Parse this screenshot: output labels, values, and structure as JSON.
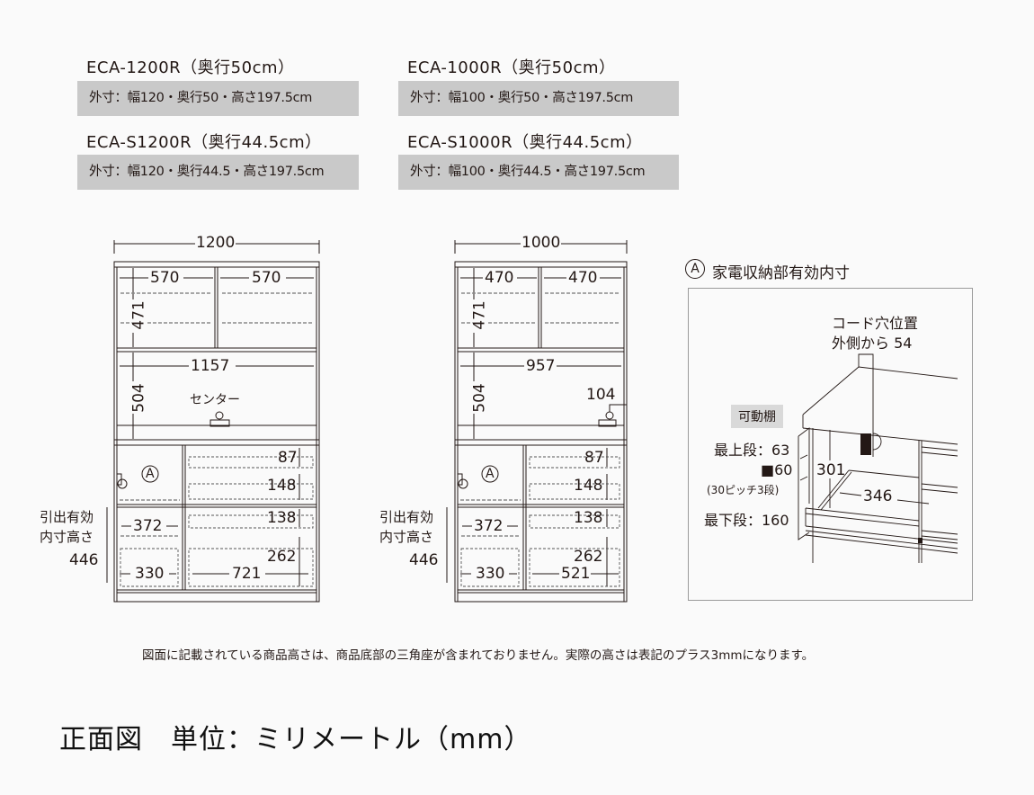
{
  "models": [
    {
      "title": "ECA-1200R（奥行50cm）",
      "spec": "外寸：幅120・奥行50・高さ197.5cm"
    },
    {
      "title": "ECA-S1200R（奥行44.5cm）",
      "spec": "外寸：幅120・奥行44.5・高さ197.5cm"
    },
    {
      "title": "ECA-1000R（奥行50cm）",
      "spec": "外寸：幅100・奥行50・高さ197.5cm"
    },
    {
      "title": "ECA-S1000R（奥行44.5cm）",
      "spec": "外寸：幅100・奥行44.5・高さ197.5cm"
    }
  ],
  "cabinet_1200": {
    "overall_width": "1200",
    "upper_left_width": "570",
    "upper_right_width": "570",
    "upper_height": "471",
    "middle_width": "1157",
    "middle_height": "504",
    "center_label": "センター",
    "appliance_marker": "A",
    "drawer_1_height": "87",
    "drawer_2_height": "148",
    "drawer_3_height": "138",
    "drawer_4_height": "262",
    "left_tray_width": "372",
    "left_drawer_width": "330",
    "right_drawer_width": "721",
    "pullout_label_line1": "引出有効",
    "pullout_label_line2": "内寸高さ",
    "pullout_height": "446"
  },
  "cabinet_1000": {
    "overall_width": "1000",
    "upper_left_width": "470",
    "upper_right_width": "470",
    "upper_height": "471",
    "middle_width": "957",
    "middle_height": "504",
    "cord_offset": "104",
    "appliance_marker": "A",
    "drawer_1_height": "87",
    "drawer_2_height": "148",
    "drawer_3_height": "138",
    "drawer_4_height": "262",
    "left_tray_width": "372",
    "left_drawer_width": "330",
    "right_drawer_width": "521",
    "pullout_label_line1": "引出有効",
    "pullout_label_line2": "内寸高さ",
    "pullout_height": "446"
  },
  "appliance_detail": {
    "marker": "A",
    "title": "家電収納部有効内寸",
    "cord_hole_line1": "コード穴位置",
    "cord_hole_line2": "外側から 54",
    "movable_shelf": "可動棚",
    "top_stage": "最上段：63",
    "pitch_value": "■60",
    "pitch_note": "(30ピッチ3段)",
    "bottom_stage": "最下段：160",
    "height": "301",
    "depth": "346"
  },
  "note": "図面に記載されている商品高さは、商品底部の三角座が含まれておりません。実際の高さは表記のプラス3mmになります。",
  "footer": {
    "title": "正面図　単位：ミリメートル（mm）"
  }
}
